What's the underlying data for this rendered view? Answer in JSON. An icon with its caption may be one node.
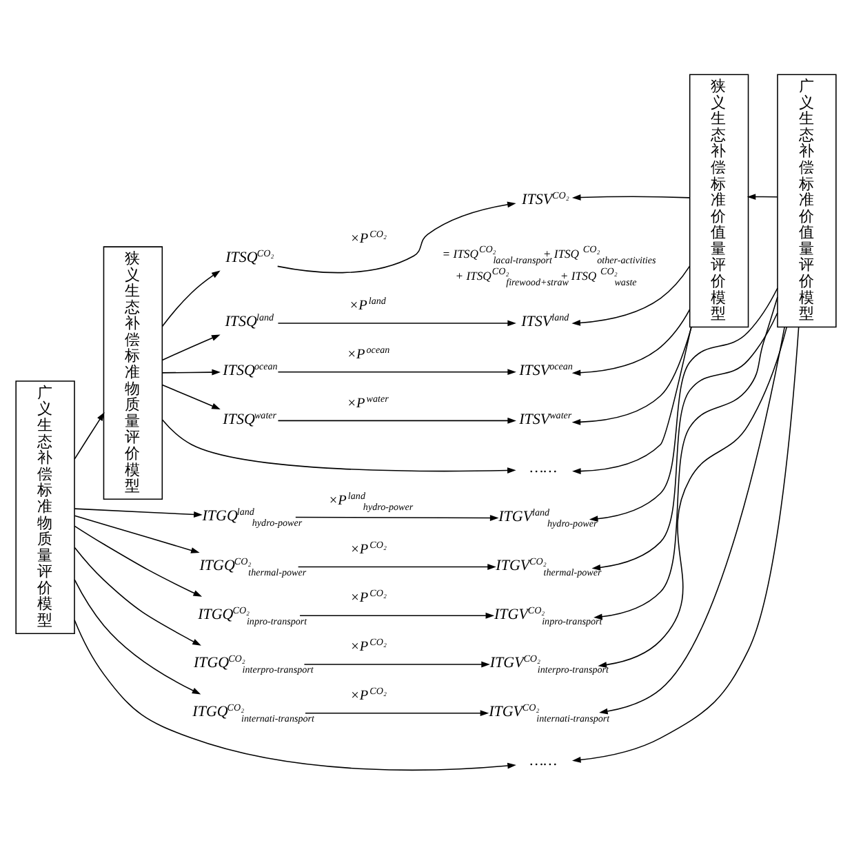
{
  "diagram": {
    "nodes": [
      {
        "text": [
          "狭义生态补偿标准物质量评价模型"
        ]
      },
      {
        "text": [
          "ITSQ$^{CO₂}$"
        ]
      },
      {
        "text": [
          "ITSV$^{CO₂}$"
        ]
      },
      {
        "text": [
          "ITSQ$^{land}$"
        ]
      },
      {
        "text": [
          "ITSV$^{land}$"
        ]
      },
      {
        "text": [
          "ITSQ$^{ocean}$"
        ]
      },
      {
        "text": [
          "ITSV$^{ocean}$"
        ]
      },
      {
        "text": [
          "ITSQ$^{water}$"
        ]
      },
      {
        "text": [
          "ITSV$^{water}$"
        ]
      },
      {
        "text": [
          "……"
        ]
      },
      {
        "text": [
          "狭义生态补偿标准价值量评价模型"
        ]
      },
      {
        "text": [
          "广义生态补偿标准物质量评价模型"
        ]
      },
      {
        "text": [
          "ITGQ$^{land}$$_{hydro-power}$"
        ]
      },
      {
        "text": [
          "ITGV$^{land}$$_{hydro-power}$"
        ]
      },
      {
        "text": [
          "ITGQ$^{CO₂}$$_{thermal-power}$"
        ]
      },
      {
        "text": [
          "ITGV$^{CO₂}$$_{thermal-power}$"
        ]
      },
      {
        "text": [
          "ITGQ$^{CO₂}$$_{inpro-transport}$"
        ]
      },
      {
        "text": [
          "ITGV$^{CO₂}$$_{inpro-transport}$"
        ]
      },
      {
        "text": [
          "ITGQ$^{CO₂}$$_{interpro-transport}$"
        ]
      },
      {
        "text": [
          "ITGV$^{CO₂}$$_{interpro-transport}$"
        ]
      },
      {
        "text": [
          "ITGQ$^{CO₂}$$_{internati-transport}$"
        ]
      },
      {
        "text": [
          "ITGV$^{CO₂}$$_{internati-transport}$"
        ]
      },
      {
        "text": [
          "……"
        ]
      },
      {
        "text": [
          "广义生态补偿标准价值量评价模型"
        ]
      }
    ],
    "edges": [
      {
        "from": 0,
        "to": 1,
        "arrow": "to"
      },
      {
        "from": 0,
        "to": 3,
        "arrow": "to"
      },
      {
        "from": 0,
        "to": 5,
        "arrow": "to"
      },
      {
        "from": 0,
        "to": 7,
        "arrow": "to"
      },
      {
        "from": 0,
        "to": 9,
        "arrow": "to"
      },
      {
        "from": 1,
        "to": 2,
        "arrow": "to",
        "label": "×P$^{CO₂}$"
      },
      {
        "from": 3,
        "to": 4,
        "arrow": "to",
        "label": "×P$^{land}$"
      },
      {
        "from": 5,
        "to": 6,
        "arrow": "to",
        "label": "×P$^{ocean}$"
      },
      {
        "from": 7,
        "to": 8,
        "arrow": "to",
        "label": "×P$^{water}$"
      },
      {
        "from": 10,
        "to": 2,
        "arrow": "to"
      },
      {
        "from": 10,
        "to": 4,
        "arrow": "to"
      },
      {
        "from": 10,
        "to": 6,
        "arrow": "to"
      },
      {
        "from": 10,
        "to": 8,
        "arrow": "to"
      },
      {
        "from": 10,
        "to": 9,
        "arrow": "to"
      },
      {
        "from": 11,
        "to": 0,
        "arrow": "to"
      },
      {
        "from": 11,
        "to": 12,
        "arrow": "to"
      },
      {
        "from": 11,
        "to": 14,
        "arrow": "to"
      },
      {
        "from": 11,
        "to": 16,
        "arrow": "to"
      },
      {
        "from": 11,
        "to": 18,
        "arrow": "to"
      },
      {
        "from": 11,
        "to": 20,
        "arrow": "to"
      },
      {
        "from": 11,
        "to": 22,
        "arrow": "to"
      },
      {
        "from": 12,
        "to": 13,
        "arrow": "to",
        "label": "×P$^{land}$$_{hydro-power}$"
      },
      {
        "from": 14,
        "to": 15,
        "arrow": "to",
        "label": "×P$^{CO₂}$"
      },
      {
        "from": 16,
        "to": 17,
        "arrow": "to",
        "label": "×P$^{CO₂}$"
      },
      {
        "from": 18,
        "to": 19,
        "arrow": "to",
        "label": "×P$^{CO₂}$"
      },
      {
        "from": 20,
        "to": 21,
        "arrow": "to",
        "label": "×P$^{CO₂}$"
      },
      {
        "from": 23,
        "to": 10,
        "arrow": "to"
      },
      {
        "from": 23,
        "to": 13,
        "arrow": "to"
      },
      {
        "from": 23,
        "to": 15,
        "arrow": "to"
      },
      {
        "from": 23,
        "to": 17,
        "arrow": "to"
      },
      {
        "from": 23,
        "to": 19,
        "arrow": "to"
      },
      {
        "from": 23,
        "to": 21,
        "arrow": "to"
      },
      {
        "from": 23,
        "to": 22,
        "arrow": "to"
      }
    ],
    "labels": [
      "= ITSQ$^{CO₂}$$_{lacal-transport}$ + ITSQ$^{CO₂}$$_{other-activities}$ + ITSQ$^{CO₂}$$_{firewood+straw}$ + ITSQ$^{CO₂}$$_{waste}$"
    ]
  }
}
